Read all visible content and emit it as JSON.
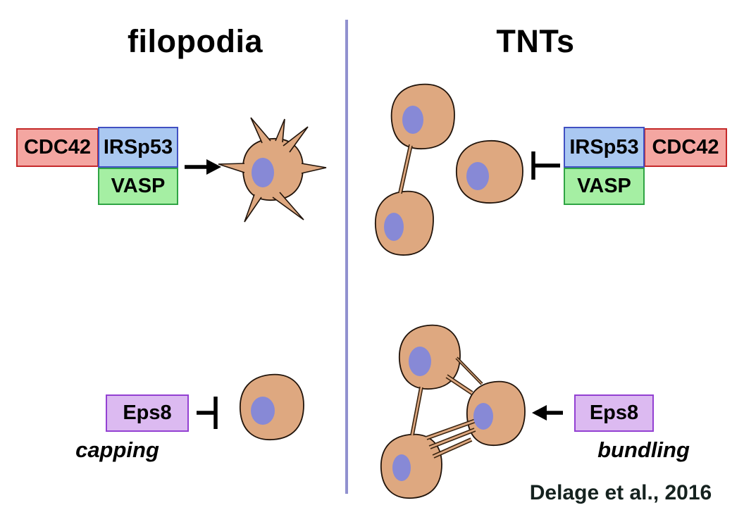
{
  "left_panel": {
    "title": "filopodia",
    "complex": {
      "cdc42": "CDC42",
      "irsp53": "IRSp53",
      "vasp": "VASP"
    },
    "eps8_label": "Eps8",
    "caption": "capping"
  },
  "right_panel": {
    "title": "TNTs",
    "complex": {
      "irsp53": "IRSp53",
      "cdc42": "CDC42",
      "vasp": "VASP"
    },
    "eps8_label": "Eps8",
    "caption": "bundling"
  },
  "citation": "Delage et al., 2016",
  "icons": {
    "promote_arrow_icon": "→ solid black arrow (activation)",
    "inhibit_bar_icon": "⊣ blunt-ended bar (inhibition)"
  },
  "colors": {
    "ink": "#000000",
    "citation_ink": "#15221f",
    "cdc42_fill": "#F4A6A1",
    "cdc42_border": "#C52A2A",
    "irsp53_fill": "#AAC8F1",
    "irsp53_border": "#4150C2",
    "vasp_fill": "#A5EFA3",
    "vasp_border": "#2FA444",
    "eps8_fill": "#DCBAF1",
    "eps8_border": "#9340D2",
    "cell_fill": "#DEA880",
    "cell_stroke": "#20130a",
    "nucleus_fill": "#8789D6",
    "tube_stroke": "#3a2410",
    "divider": "#9191CF"
  }
}
